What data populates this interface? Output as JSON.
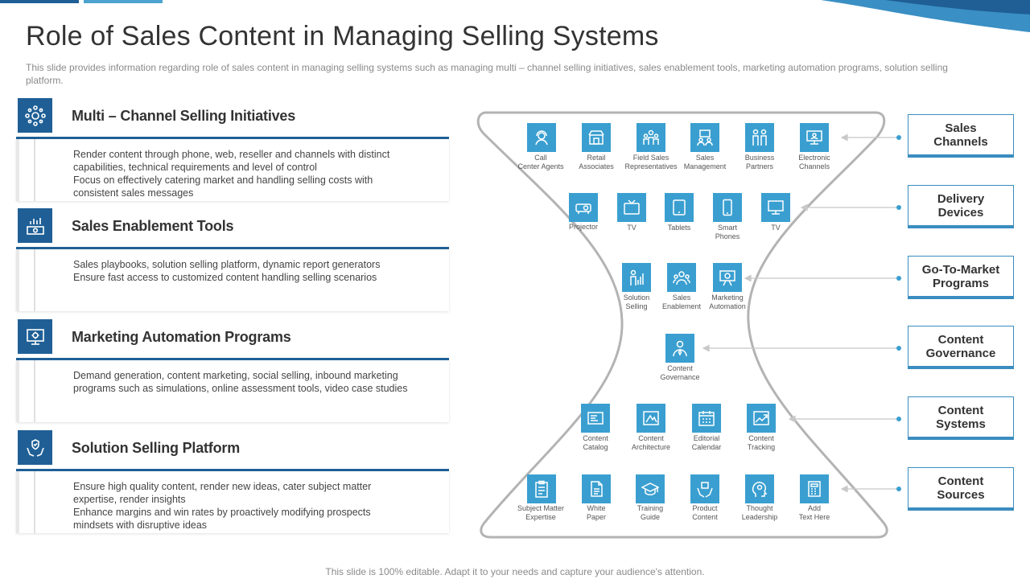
{
  "title": "Role of Sales Content in Managing Selling Systems",
  "subtitle": "This slide provides information regarding role of sales content in managing selling systems such as managing multi – channel selling initiatives, sales enablement tools, marketing automation programs, solution selling platform.",
  "footer": "This slide is 100% editable. Adapt it to your needs and capture your audience's attention.",
  "colors": {
    "dark_blue": "#1f5f96",
    "light_blue": "#3a9fd0"
  },
  "sections": [
    {
      "heading": "Multi – Channel Selling Initiatives",
      "icon": "network-people-icon",
      "lines": [
        "Render content through phone, web, reseller and channels with distinct",
        "capabilities, technical requirements and level of control",
        "Focus on effectively catering market and handling selling costs with",
        "consistent sales messages"
      ]
    },
    {
      "heading": "Sales Enablement Tools",
      "icon": "money-chart-icon",
      "lines": [
        "Sales playbooks, solution selling platform, dynamic report generators",
        "Ensure fast access to customized content handling selling scenarios"
      ]
    },
    {
      "heading": "Marketing Automation Programs",
      "icon": "monitor-gear-icon",
      "lines": [
        "Demand generation, content marketing, social selling, inbound marketing",
        "programs such as simulations, online assessment tools, video case studies"
      ]
    },
    {
      "heading": "Solution Selling Platform",
      "icon": "hands-check-icon",
      "lines": [
        "Ensure high quality content, render new ideas, cater subject matter",
        "expertise, render insights",
        "Enhance margins and win rates by proactively modifying prospects",
        "mindsets with disruptive ideas"
      ]
    }
  ],
  "rows": [
    [
      {
        "l1": "Call",
        "l2": "Center Agents",
        "icon": "headset-icon"
      },
      {
        "l1": "Retail",
        "l2": "Associates",
        "icon": "shop-icon"
      },
      {
        "l1": "Field Sales",
        "l2": "Representatives",
        "icon": "team-icon"
      },
      {
        "l1": "Sales",
        "l2": "Management",
        "icon": "presentation-icon"
      },
      {
        "l1": "Business",
        "l2": "Partners",
        "icon": "partners-icon"
      },
      {
        "l1": "Electronic",
        "l2": "Channels",
        "icon": "monitor-people-icon"
      }
    ],
    [
      {
        "l1": "Projector",
        "l2": "",
        "icon": "projector-icon"
      },
      {
        "l1": "TV",
        "l2": "",
        "icon": "tv-icon"
      },
      {
        "l1": "Tablets",
        "l2": "",
        "icon": "tablet-icon"
      },
      {
        "l1": "Smart",
        "l2": "Phones",
        "icon": "phone-icon"
      },
      {
        "l1": "TV",
        "l2": "",
        "icon": "monitor-icon"
      }
    ],
    [
      {
        "l1": "Solution",
        "l2": "Selling",
        "icon": "person-chart-icon"
      },
      {
        "l1": "Sales",
        "l2": "Enablement",
        "icon": "group-icon"
      },
      {
        "l1": "Marketing",
        "l2": "Automation",
        "icon": "board-icon"
      }
    ],
    [
      {
        "l1": "Content",
        "l2": "Governance",
        "icon": "manager-icon"
      }
    ],
    [
      {
        "l1": "Content",
        "l2": "Catalog",
        "icon": "catalog-icon"
      },
      {
        "l1": "Content",
        "l2": "Architecture",
        "icon": "blueprint-icon"
      },
      {
        "l1": "Editorial",
        "l2": "Calendar",
        "icon": "calendar-icon"
      },
      {
        "l1": "Content",
        "l2": "Tracking",
        "icon": "tracking-icon"
      }
    ],
    [
      {
        "l1": "Subject Matter",
        "l2": "Expertise",
        "icon": "clipboard-icon"
      },
      {
        "l1": "White",
        "l2": "Paper",
        "icon": "document-icon"
      },
      {
        "l1": "Training",
        "l2": "Guide",
        "icon": "graduation-icon"
      },
      {
        "l1": "Product",
        "l2": "Content",
        "icon": "hands-box-icon"
      },
      {
        "l1": "Thought",
        "l2": "Leadership",
        "icon": "head-gear-icon"
      },
      {
        "l1": "Add",
        "l2": "Text Here",
        "icon": "calculator-icon"
      }
    ]
  ],
  "right_boxes": [
    {
      "l1": "Sales",
      "l2": "Channels"
    },
    {
      "l1": "Delivery",
      "l2": "Devices"
    },
    {
      "l1": "Go-To-Market",
      "l2": "Programs"
    },
    {
      "l1": "Content",
      "l2": "Governance"
    },
    {
      "l1": "Content",
      "l2": "Systems"
    },
    {
      "l1": "Content",
      "l2": "Sources"
    }
  ]
}
